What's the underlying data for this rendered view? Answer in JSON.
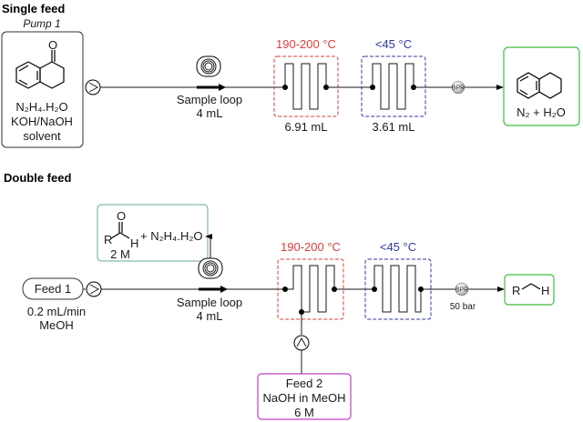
{
  "single_feed": {
    "title": "Single feed",
    "pump_label": "Pump 1",
    "reagents": [
      "N₂H₄.H₂O",
      "KOH/NaOH",
      "solvent"
    ],
    "sample_loop_label": "Sample loop",
    "sample_loop_volume": "4 mL",
    "hot_reactor_temp": "190-200 °C",
    "hot_reactor_volume": "6.91 mL",
    "cold_reactor_temp": "<45 °C",
    "cold_reactor_volume": "3.61 mL",
    "bpr_label": "BPR",
    "byproducts": "N₂ + H₂O"
  },
  "double_feed": {
    "title": "Double feed",
    "aldehyde_substituent": "R",
    "aldehyde_o": "O",
    "aldehyde_h": "H",
    "aldehyde_reagent": "+ N₂H₄.H₂O",
    "aldehyde_conc": "2 M",
    "feed1_label": "Feed 1",
    "feed1_flow": "0.2 mL/min",
    "feed1_solvent": "MeOH",
    "sample_loop_label": "Sample loop",
    "sample_loop_volume": "4 mL",
    "hot_reactor_temp": "190-200 °C",
    "cold_reactor_temp": "<45 °C",
    "bpr_label": "BPR",
    "bpr_pressure": "50 bar",
    "product_r": "R",
    "product_h": "H",
    "feed2_label": "Feed 2",
    "feed2_reagent": "NaOH in MeOH",
    "feed2_conc": "6 M"
  },
  "colors": {
    "hot": "#d9403a",
    "cold": "#2f3a9e",
    "product_box": "#3fbf3f",
    "aldehyde_box": "#6aa88c",
    "feed2_box": "#c040c8"
  }
}
